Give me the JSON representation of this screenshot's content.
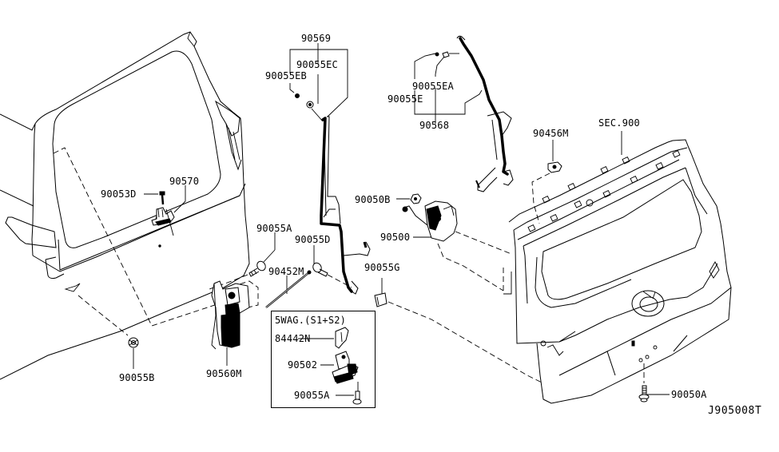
{
  "diagram": {
    "title": "Back Door / Tailgate Parts Diagram",
    "diagram_code": "J905008T",
    "section_ref": "SEC.900",
    "parts": [
      {
        "id": "p90569",
        "label": "90569"
      },
      {
        "id": "p90055EC",
        "label": "90055EC"
      },
      {
        "id": "p90055EB",
        "label": "90055EB"
      },
      {
        "id": "p90055EA",
        "label": "90055EA"
      },
      {
        "id": "p90055E",
        "label": "90055E"
      },
      {
        "id": "p90568",
        "label": "90568"
      },
      {
        "id": "p90456M",
        "label": "90456M"
      },
      {
        "id": "p90053D",
        "label": "90053D"
      },
      {
        "id": "p90570",
        "label": "90570"
      },
      {
        "id": "p90050B",
        "label": "90050B"
      },
      {
        "id": "p90500",
        "label": "90500"
      },
      {
        "id": "p90055A",
        "label": "90055A"
      },
      {
        "id": "p90055D",
        "label": "90055D"
      },
      {
        "id": "p90452M",
        "label": "90452M"
      },
      {
        "id": "p90055G",
        "label": "90055G"
      },
      {
        "id": "p90055B",
        "label": "90055B"
      },
      {
        "id": "p90560M",
        "label": "90560M"
      },
      {
        "id": "p90050A",
        "label": "90050A"
      }
    ],
    "inset": {
      "title": "5WAG.(S1+S2)",
      "parts": [
        {
          "id": "p84442N",
          "label": "84442N"
        },
        {
          "id": "p90502",
          "label": "90502"
        },
        {
          "id": "p90055A_inset",
          "label": "90055A"
        }
      ]
    }
  }
}
